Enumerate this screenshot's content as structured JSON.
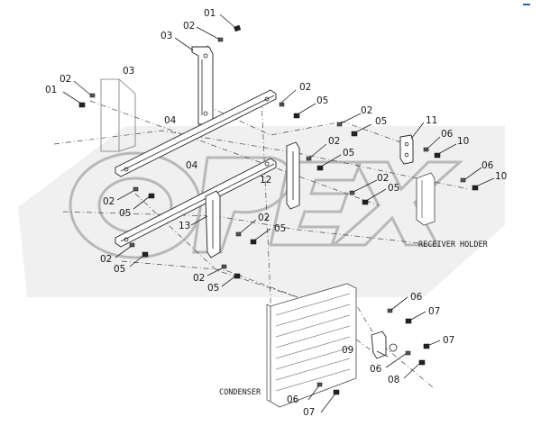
{
  "captions": {
    "receiver_holder": "RECEIVER HOLDER",
    "condenser": "CONDENSER"
  },
  "labels": [
    {
      "id": "l01a",
      "text": "01"
    },
    {
      "id": "l02a",
      "text": "02"
    },
    {
      "id": "l03a",
      "text": "03"
    },
    {
      "id": "l02b",
      "text": "02"
    },
    {
      "id": "l01b",
      "text": "01"
    },
    {
      "id": "l03b",
      "text": "03"
    },
    {
      "id": "l02c",
      "text": "02"
    },
    {
      "id": "l05a",
      "text": "05"
    },
    {
      "id": "l04a",
      "text": "04"
    },
    {
      "id": "l02d",
      "text": "02"
    },
    {
      "id": "l05b",
      "text": "05"
    },
    {
      "id": "l11",
      "text": "11"
    },
    {
      "id": "l06a",
      "text": "06"
    },
    {
      "id": "l10a",
      "text": "10"
    },
    {
      "id": "l02e",
      "text": "02"
    },
    {
      "id": "l05c",
      "text": "05"
    },
    {
      "id": "l06b",
      "text": "06"
    },
    {
      "id": "l10b",
      "text": "10"
    },
    {
      "id": "l04b",
      "text": "04"
    },
    {
      "id": "l12",
      "text": "12"
    },
    {
      "id": "l02f",
      "text": "02"
    },
    {
      "id": "l05d",
      "text": "05"
    },
    {
      "id": "l02g",
      "text": "02"
    },
    {
      "id": "l05e",
      "text": "05"
    },
    {
      "id": "l13",
      "text": "13"
    },
    {
      "id": "l02h",
      "text": "02"
    },
    {
      "id": "l05f",
      "text": "05"
    },
    {
      "id": "l02i",
      "text": "02"
    },
    {
      "id": "l05g",
      "text": "05"
    },
    {
      "id": "l02j",
      "text": "02"
    },
    {
      "id": "l05h",
      "text": "05"
    },
    {
      "id": "l06c",
      "text": "06"
    },
    {
      "id": "l07a",
      "text": "07"
    },
    {
      "id": "l09",
      "text": "09"
    },
    {
      "id": "l07b",
      "text": "07"
    },
    {
      "id": "l06d",
      "text": "06"
    },
    {
      "id": "l08",
      "text": "08"
    },
    {
      "id": "l06e",
      "text": "06"
    },
    {
      "id": "l07c",
      "text": "07"
    }
  ],
  "watermark": "OPEX",
  "colors": {
    "line": "#222222",
    "watermark": "#b8b8b8",
    "background": "#ffffff"
  }
}
